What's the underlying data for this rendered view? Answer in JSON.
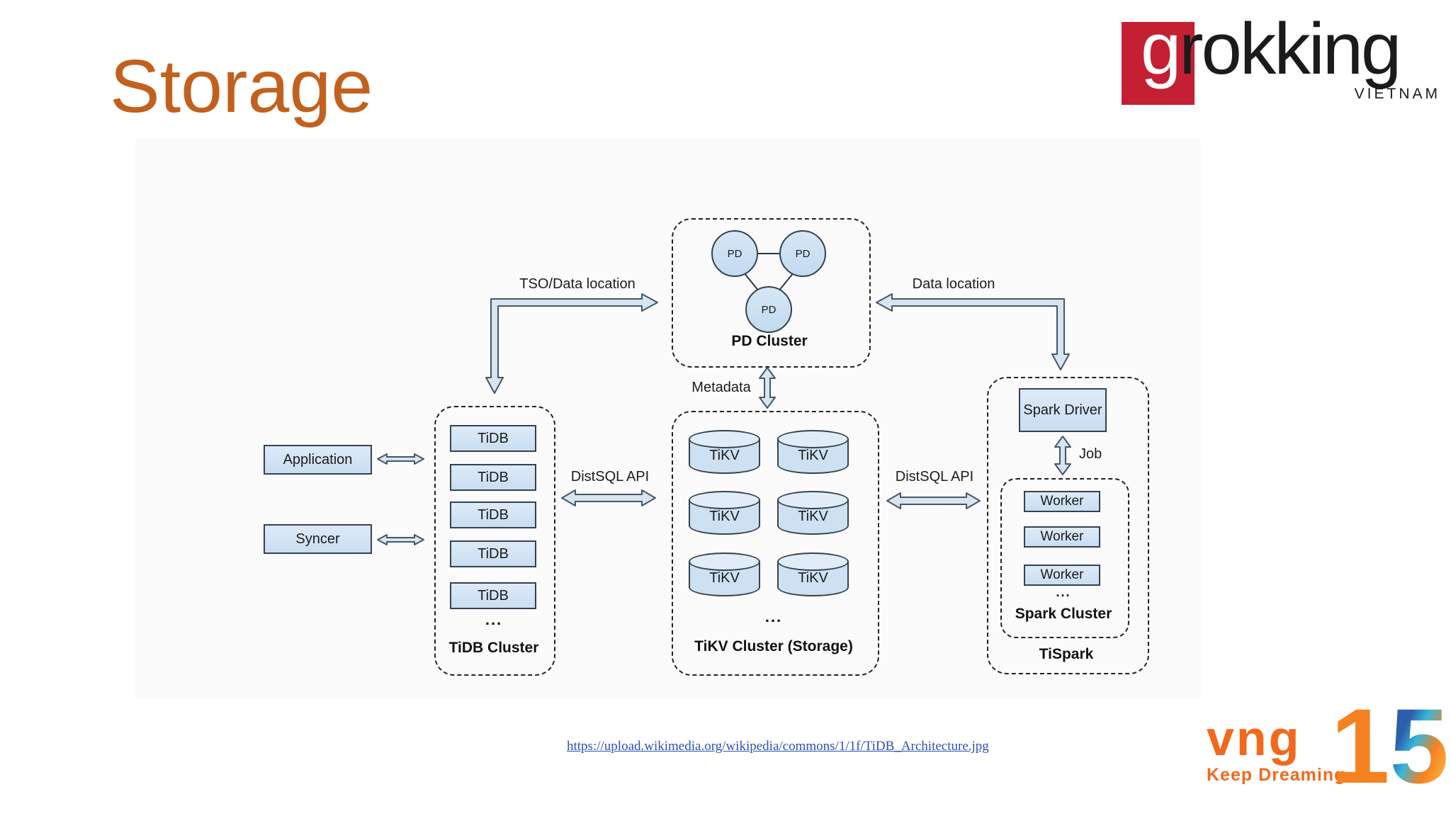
{
  "slide": {
    "title": "Storage"
  },
  "logos": {
    "grokking": {
      "g": "g",
      "rest": "rokking",
      "sub": "VIETNAM",
      "red": "#C41F33"
    },
    "vng": {
      "name": "vng",
      "tagline": "Keep Dreaming",
      "one": "1",
      "five": "5",
      "orange": "#F2691D"
    }
  },
  "footer": {
    "source_url": "https://upload.wikimedia.org/wikipedia/commons/1/1f/TiDB_Architecture.jpg"
  },
  "colors": {
    "title": "#C2611E",
    "node_fill": "#cde1f3",
    "node_border": "#35424f",
    "link": "#2a52be"
  },
  "diagram": {
    "pd_cluster": {
      "label": "PD Cluster",
      "nodes": [
        "PD",
        "PD",
        "PD"
      ]
    },
    "tidb_cluster": {
      "label": "TiDB Cluster",
      "nodes": [
        "TiDB",
        "TiDB",
        "TiDB",
        "TiDB",
        "TiDB"
      ],
      "more": "..."
    },
    "tikv_cluster": {
      "label": "TiKV Cluster (Storage)",
      "nodes": [
        "TiKV",
        "TiKV",
        "TiKV",
        "TiKV",
        "TiKV",
        "TiKV"
      ],
      "more": "..."
    },
    "tispark": {
      "label": "TiSpark",
      "driver": "Spark Driver",
      "spark_cluster": {
        "label": "Spark Cluster",
        "nodes": [
          "Worker",
          "Worker",
          "Worker"
        ],
        "more": "..."
      }
    },
    "external": {
      "application": "Application",
      "syncer": "Syncer"
    },
    "edges": {
      "tso": "TSO/Data location",
      "data_location": "Data location",
      "metadata": "Metadata",
      "distsql_left": "DistSQL API",
      "distsql_right": "DistSQL API",
      "job": "Job"
    }
  }
}
